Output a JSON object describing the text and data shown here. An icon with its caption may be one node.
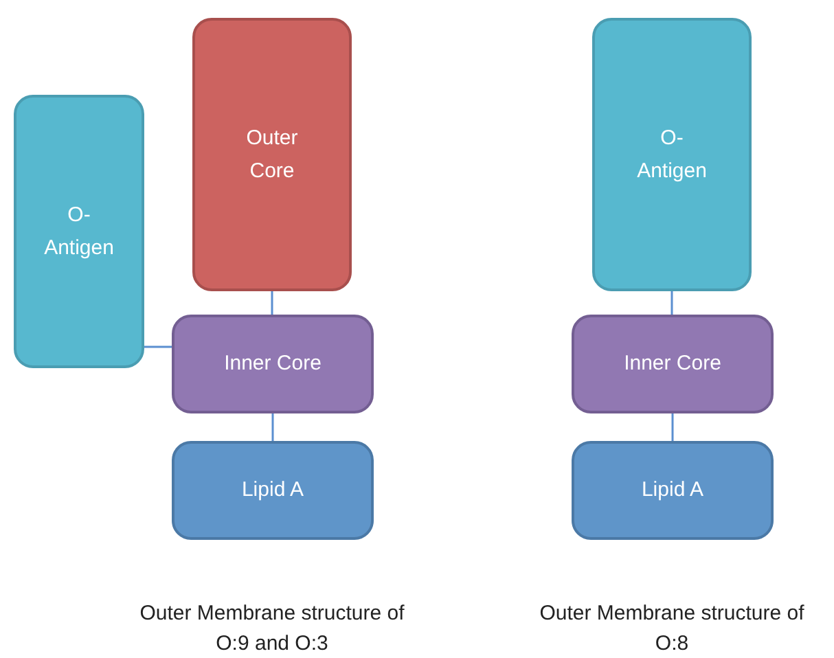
{
  "diagram": {
    "nodes": [
      {
        "text": [
          "O- Antigen"
        ]
      },
      {
        "text": [
          "Outer Core"
        ]
      },
      {
        "text": [
          "Inner Core"
        ]
      },
      {
        "text": [
          "Lipid A"
        ]
      },
      {
        "text": [
          "O- Antigen"
        ]
      },
      {
        "text": [
          "Inner Core"
        ]
      },
      {
        "text": [
          "Lipid A"
        ]
      }
    ],
    "edges": [
      {
        "from": 0,
        "to": 2,
        "arrow": "none"
      },
      {
        "from": 1,
        "to": 2,
        "arrow": "none"
      },
      {
        "from": 2,
        "to": 3,
        "arrow": "none"
      },
      {
        "from": 4,
        "to": 5,
        "arrow": "none"
      },
      {
        "from": 5,
        "to": 6,
        "arrow": "none"
      }
    ],
    "labels": [
      "Outer Membrane structure of O:9 and O:3",
      "Outer Membrane structure of O:8"
    ]
  }
}
